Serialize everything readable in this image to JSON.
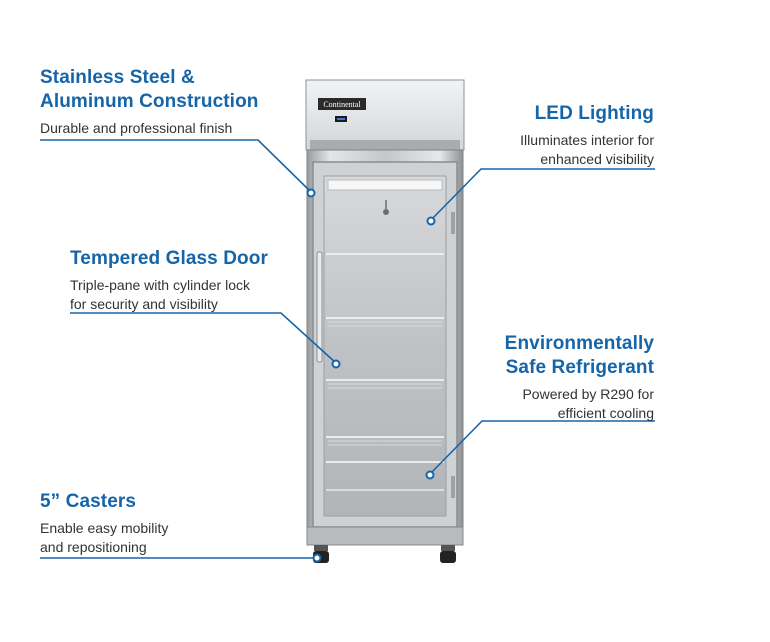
{
  "brand": {
    "logo_text": "Continental"
  },
  "callouts": {
    "steel": {
      "title_line1": "Stainless Steel &",
      "title_line2": "Aluminum Construction",
      "desc_line1": "Durable and professional finish"
    },
    "led": {
      "title_line1": "LED Lighting",
      "desc_line1": "Illuminates interior for",
      "desc_line2": "enhanced visibility"
    },
    "glass": {
      "title_line1": "Tempered Glass Door",
      "desc_line1": "Triple-pane with cylinder lock",
      "desc_line2": "for security and visibility"
    },
    "refrigerant": {
      "title_line1": "Environmentally",
      "title_line2": "Safe Refrigerant",
      "desc_line1": "Powered by R290 for",
      "desc_line2": "efficient cooling"
    },
    "casters": {
      "title_line1": "5” Casters",
      "desc_line1": "Enable easy mobility",
      "desc_line2": "and repositioning"
    }
  },
  "colors": {
    "accent": "#1565a8",
    "text": "#333333",
    "steel": "#c9ccce"
  }
}
